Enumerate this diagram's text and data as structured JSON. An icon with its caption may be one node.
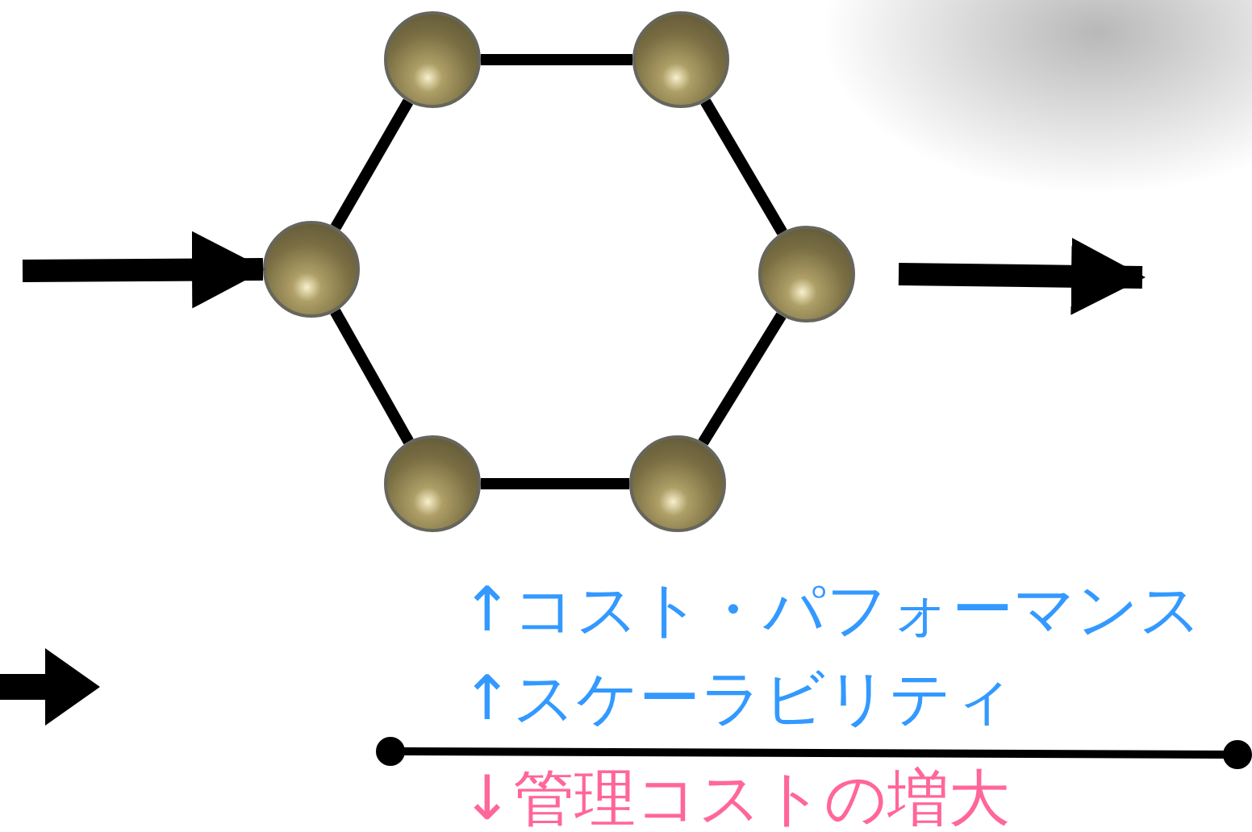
{
  "diagram": {
    "nodes": [
      {
        "text": [],
        "shape": "circle"
      },
      {
        "text": [],
        "shape": "circle"
      },
      {
        "text": [],
        "shape": "circle"
      },
      {
        "text": [],
        "shape": "circle"
      },
      {
        "text": [],
        "shape": "circle"
      },
      {
        "text": [],
        "shape": "circle"
      }
    ],
    "edges": [
      {
        "from": 0,
        "to": 1,
        "arrow": "none"
      },
      {
        "from": 1,
        "to": 3,
        "arrow": "none"
      },
      {
        "from": 3,
        "to": 5,
        "arrow": "none"
      },
      {
        "from": 5,
        "to": 4,
        "arrow": "none"
      },
      {
        "from": 4,
        "to": 2,
        "arrow": "none"
      },
      {
        "from": 2,
        "to": 0,
        "arrow": "none"
      },
      {
        "from": null,
        "to": 2,
        "arrow": "to",
        "style": "thick"
      },
      {
        "from": 3,
        "to": null,
        "arrow": "to",
        "style": "thick"
      }
    ],
    "labels": [
      "↑コスト・パフォーマンス",
      "↑スケーラビリティ",
      "↓管理コストの増大"
    ]
  }
}
